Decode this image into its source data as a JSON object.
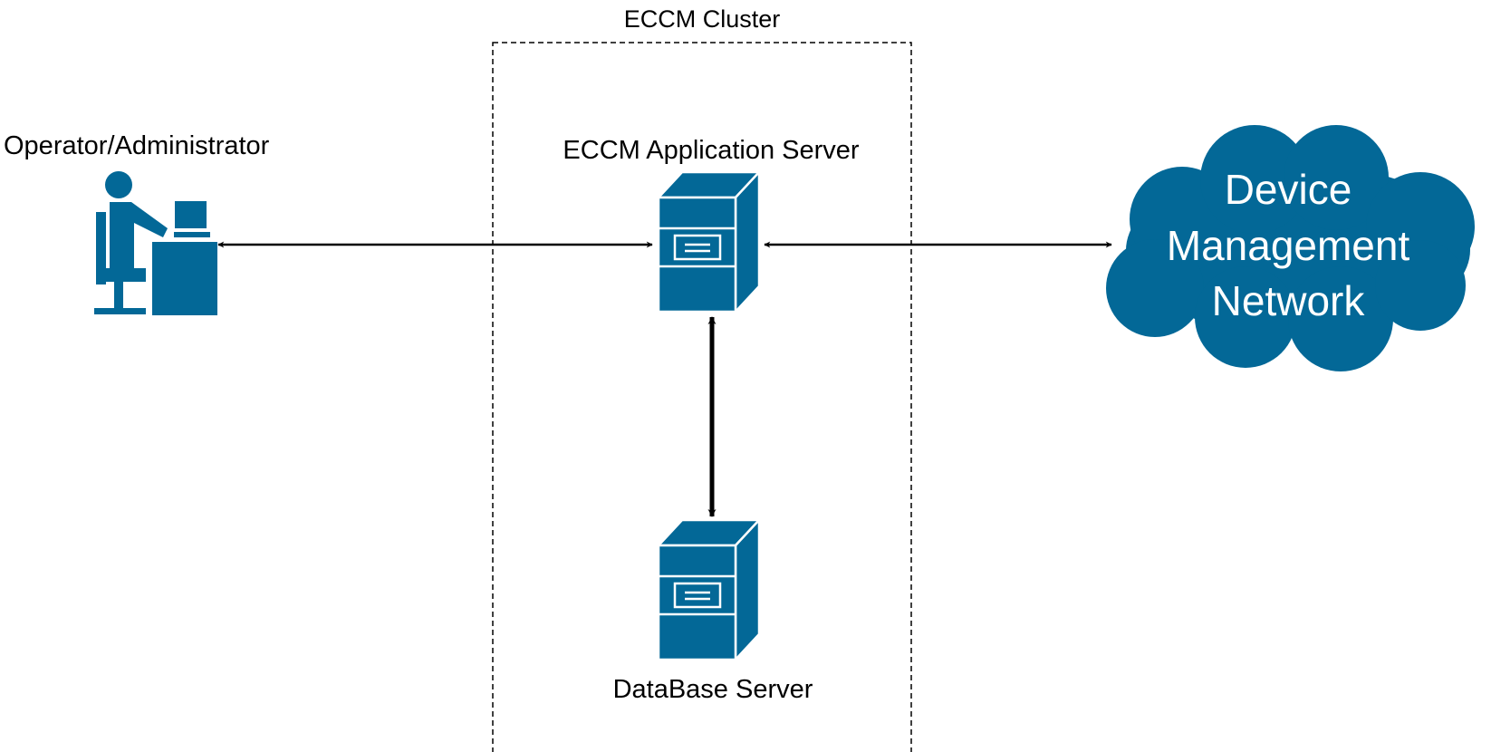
{
  "cluster": {
    "label": "ECCM Cluster"
  },
  "nodes": {
    "operator": {
      "label": "Operator/Administrator",
      "icon": "operator-workstation-icon"
    },
    "app_server": {
      "label": "ECCM Application Server",
      "icon": "server-tower-icon"
    },
    "db_server": {
      "label": "DataBase Server",
      "icon": "server-tower-icon"
    },
    "network": {
      "lines": [
        "Device",
        "Management",
        "Network"
      ],
      "icon": "cloud-icon"
    }
  },
  "connections": [
    {
      "from": "operator",
      "to": "app_server",
      "direction": "bidirectional"
    },
    {
      "from": "app_server",
      "to": "network",
      "direction": "bidirectional"
    },
    {
      "from": "app_server",
      "to": "db_server",
      "direction": "bidirectional"
    }
  ],
  "colors": {
    "icon_fill": "#036897",
    "icon_line": "#ffffff",
    "arrow": "#000000",
    "cluster_border": "#000000"
  }
}
